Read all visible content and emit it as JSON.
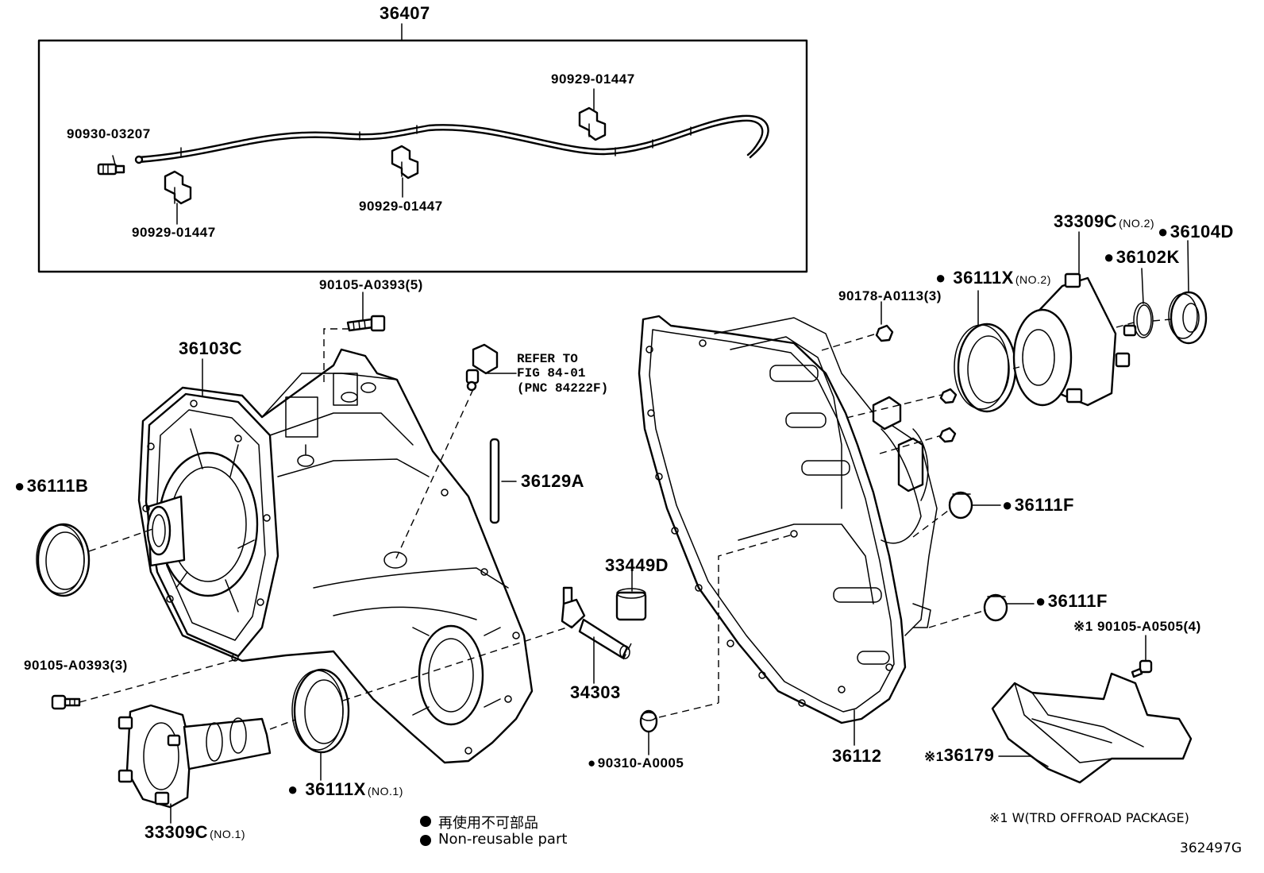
{
  "diagram_id": "362497G",
  "assembly_label": "36407",
  "labels": {
    "cable_plug": "90930-03207",
    "clamp_top_right": "90929-01447",
    "clamp_center": "90929-01447",
    "clamp_left": "90929-01447",
    "bolt_top": "90105-A0393(5)",
    "front_case": "36103C",
    "refer": "REFER TO\nFIG 84-01\n(PNC 84222F)",
    "seal_left": "36111B",
    "pin": "36129A",
    "bolt_left_bottom": "90105-A0393(3)",
    "sleeve": "33449D",
    "sensor": "34303",
    "flange_no1": "33309C",
    "flange_no1_sub": "(NO.1)",
    "seal_no1": "36111X",
    "seal_no1_sub": "(NO.1)",
    "plug": "90310-A0005",
    "rear_case": "36112",
    "nut": "90178-A0113(3)",
    "seal_no2": "36111X",
    "seal_no2_sub": "(NO.2)",
    "flange_no2": "33309C",
    "flange_no2_sub": "(NO.2)",
    "snap_ring": "36102K",
    "dust_deflector": "36104D",
    "bushing_upper": "36111F",
    "bushing_lower": "36111F",
    "bolt_skid": "90105-A0505(4)",
    "bolt_skid_mark": "※1",
    "skid_plate": "36179",
    "skid_plate_mark": "※1"
  },
  "legend": {
    "jp": "再使用不可部品",
    "en": "Non-reusable part",
    "footnote": "※1 W(TRD OFFROAD PACKAGE)"
  }
}
